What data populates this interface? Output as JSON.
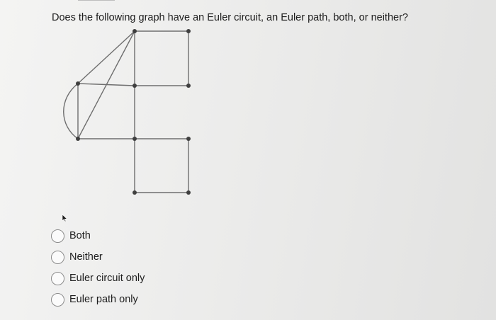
{
  "question": {
    "text": "Does the following graph have an Euler circuit, an Euler path, both, or neither?"
  },
  "graph": {
    "vertices": [
      "top-center",
      "top-right",
      "upper-left",
      "middle-center",
      "middle-right",
      "lower-left",
      "lower-center",
      "lower-right",
      "bottom-center",
      "bottom-right"
    ],
    "edges": [
      [
        "top-center",
        "top-right"
      ],
      [
        "top-right",
        "middle-right"
      ],
      [
        "top-center",
        "middle-center"
      ],
      [
        "middle-center",
        "lower-center"
      ],
      [
        "lower-center",
        "bottom-center"
      ],
      [
        "bottom-center",
        "bottom-right"
      ],
      [
        "lower-right",
        "bottom-right"
      ],
      [
        "lower-center",
        "lower-right"
      ],
      [
        "upper-left",
        "middle-center"
      ],
      [
        "middle-center",
        "middle-right"
      ],
      [
        "upper-left",
        "top-center"
      ],
      [
        "top-center",
        "lower-left"
      ],
      [
        "upper-left",
        "lower-left"
      ],
      [
        "lower-left",
        "lower-center"
      ],
      [
        "upper-left",
        "lower-left",
        "curved"
      ]
    ]
  },
  "answer_options": [
    {
      "label": "Both",
      "selected": false
    },
    {
      "label": "Neither",
      "selected": false
    },
    {
      "label": "Euler circuit only",
      "selected": false
    },
    {
      "label": "Euler path only",
      "selected": false
    }
  ],
  "colors": {
    "edge": "#6e6e6e",
    "vertex": "#3f3f3f",
    "radio_border": "#8b8b8b"
  },
  "icons": {
    "pointer": "mouse-pointer-icon"
  }
}
